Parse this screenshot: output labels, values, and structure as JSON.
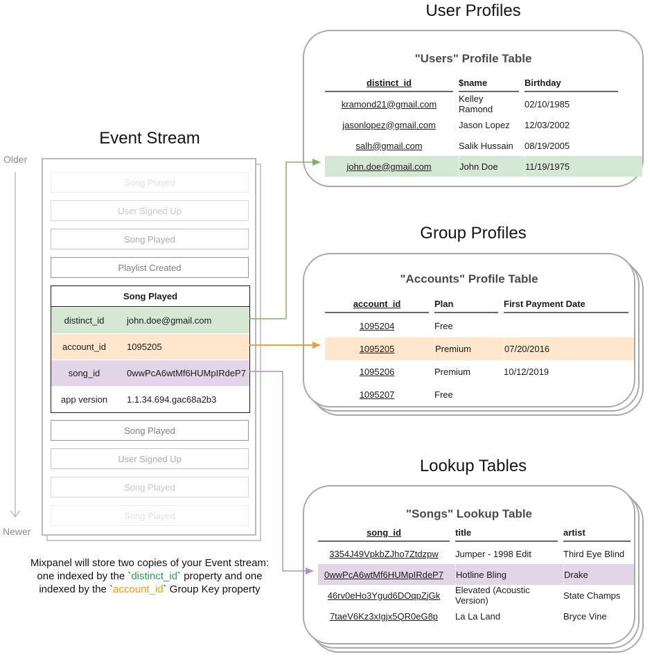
{
  "colors": {
    "green_fill": "#d5e8d4",
    "orange_fill": "#ffe6cc",
    "purple_fill": "#e1d5e7",
    "green_arrow": "#82b366",
    "orange_arrow": "#e9a23b",
    "purple_arrow": "#a996be",
    "green_text": "#2da14d",
    "orange_text": "#ff9900"
  },
  "event_stream": {
    "title": "Event Stream",
    "timeline": {
      "older_label": "Older",
      "newer_label": "Newer"
    },
    "events_before": [
      {
        "label": "Song Played"
      },
      {
        "label": "User Signed Up"
      },
      {
        "label": "Song Played"
      },
      {
        "label": "Playlist Created"
      }
    ],
    "expanded_event": {
      "title": "Song Played",
      "properties": [
        {
          "key": "distinct_id",
          "value": "john.doe@gmail.com",
          "highlight": "green"
        },
        {
          "key": "account_id",
          "value": "1095205",
          "highlight": "orange"
        },
        {
          "key": "song_id",
          "value": "0wwPcA6wtMf6HUMpIRdeP7",
          "highlight": "purple"
        },
        {
          "key": "app version",
          "value": "1.1.34.694.gac68a2b3",
          "highlight": "none"
        }
      ]
    },
    "events_after": [
      {
        "label": "Song Played"
      },
      {
        "label": "User Signed Up"
      },
      {
        "label": "Song Played"
      },
      {
        "label": "Song Played"
      }
    ],
    "caption": {
      "line1": "Mixpanel will store two copies of your Event stream:",
      "line2_pre": "one indexed by the `",
      "line2_key": "distinct_id",
      "line2_post": "` property and one",
      "line3_pre": "indexed by the `",
      "line3_key": "account_id",
      "line3_post": "` Group Key property"
    }
  },
  "user_profiles": {
    "section_title": "User Profiles",
    "table_title": "\"Users\" Profile Table",
    "columns": [
      "distinct_id",
      "$name",
      "Birthday"
    ],
    "rows": [
      [
        "kramond21@gmail.com",
        "Kelley Ramond",
        "02/10/1985"
      ],
      [
        "jasonlopez@gmail.com",
        "Jason Lopez",
        "12/03/2002"
      ],
      [
        "salh@gmail.com",
        "Salik Hussain",
        "08/19/2005"
      ],
      [
        "john.doe@gmail.com",
        "John Doe",
        "11/19/1975"
      ]
    ],
    "highlighted_row": "john.doe@gmail.com"
  },
  "group_profiles": {
    "section_title": "Group Profiles",
    "table_title": "\"Accounts\" Profile Table",
    "columns": [
      "account_id",
      "Plan",
      "First Payment Date"
    ],
    "rows": [
      [
        "1095204",
        "Free",
        ""
      ],
      [
        "1095205",
        "Premium",
        "07/20/2016"
      ],
      [
        "1095206",
        "Premium",
        "10/12/2019"
      ],
      [
        "1095207",
        "Free",
        ""
      ]
    ],
    "highlighted_row": "1095205"
  },
  "lookup_tables": {
    "section_title": "Lookup Tables",
    "table_title": "\"Songs\" Lookup Table",
    "columns": [
      "song_id",
      "title",
      "artist"
    ],
    "rows": [
      [
        "3354J49VpkbZJho7Ztdzpw",
        "Jumper - 1998 Edit",
        "Third Eye Blind"
      ],
      [
        "0wwPcA6wtMf6HUMpIRdeP7",
        "Hotline Bling",
        "Drake"
      ],
      [
        "46rv0eHo3Ygud6DOqpZjGk",
        "Elevated (Acoustic Version)",
        "State Champs"
      ],
      [
        "7taeV6Kz3xIgjx5QR0eG8p",
        "La La Land",
        "Bryce Vine"
      ]
    ],
    "highlighted_row": "0wwPcA6wtMf6HUMpIRdeP7"
  }
}
